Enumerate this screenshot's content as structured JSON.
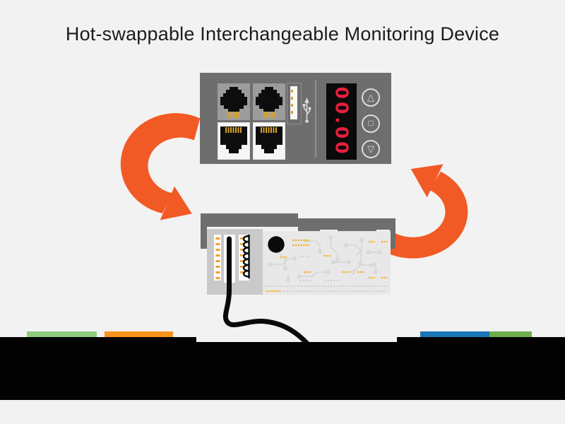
{
  "title": "Hot-swappable Interchangeable Monitoring Device",
  "theme": {
    "background": "#f2f2f2",
    "accent_orange": "#f15a24",
    "panel_gray": "#6e6e6e",
    "pcb_gray": "#e8e8e8",
    "display_red": "#ea1e3f",
    "pin_gold": "#d8a42a",
    "cable_black": "#0a0a0a"
  },
  "device": {
    "display": {
      "value": "00.00"
    },
    "buttons": [
      {
        "name": "up",
        "glyph": "△"
      },
      {
        "name": "stop",
        "glyph": "□"
      },
      {
        "name": "down",
        "glyph": "▽"
      }
    ],
    "ports": {
      "top_count": 2,
      "bottom_count": 2,
      "usb_count": 1
    }
  },
  "board": {
    "mounting_holes": 1
  },
  "arrows": {
    "direction": "swap-cycle",
    "count": 2
  },
  "base_strip": {
    "bars": [
      {
        "name": "green-left",
        "color": "#8ecb7f"
      },
      {
        "name": "orange-left",
        "color": "#f7941e"
      },
      {
        "name": "blue-right",
        "color": "#1b75bb"
      },
      {
        "name": "green-right",
        "color": "#6fae4b"
      }
    ]
  }
}
